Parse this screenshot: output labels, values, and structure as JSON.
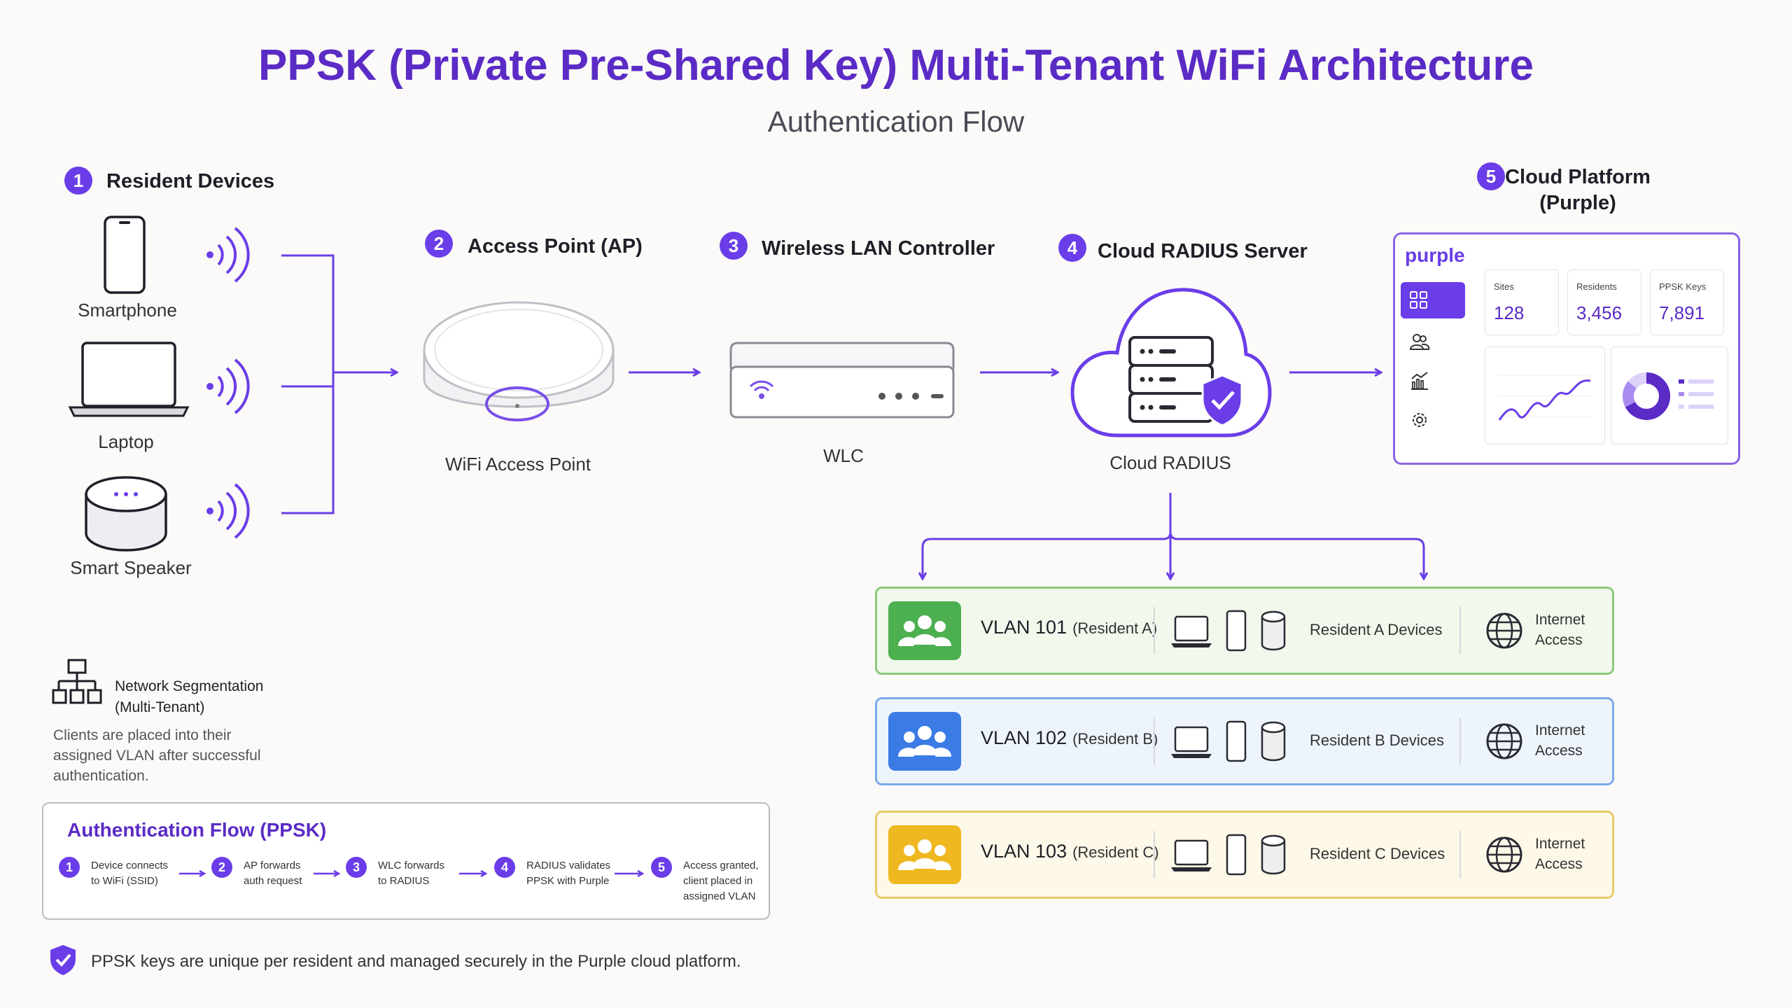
{
  "title": "PPSK (Private Pre-Shared Key) Multi-Tenant WiFi Architecture",
  "subtitle": "Authentication Flow",
  "sections": {
    "resident_devices": {
      "num": "1",
      "title": "Resident Devices",
      "devices": [
        "Smartphone",
        "Laptop",
        "Smart Speaker"
      ]
    },
    "access_point": {
      "num": "2",
      "title": "Access Point (AP)",
      "caption": "WiFi Access Point"
    },
    "wlc": {
      "num": "3",
      "title": "Wireless LAN Controller",
      "caption": "WLC"
    },
    "radius": {
      "num": "4",
      "title": "Cloud RADIUS Server",
      "caption": "Cloud RADIUS"
    },
    "cloud": {
      "num": "5",
      "title_line1": "Cloud Platform",
      "title_line2": "(Purple)"
    }
  },
  "dashboard": {
    "brand": "purple",
    "stats": [
      {
        "label": "Sites",
        "value": "128"
      },
      {
        "label": "Residents",
        "value": "3,456"
      },
      {
        "label": "PPSK Keys",
        "value": "7,891"
      }
    ],
    "nav_icons": [
      "grid-icon",
      "users-icon",
      "analytics-icon",
      "gear-icon"
    ]
  },
  "vlans": [
    {
      "name": "VLAN 101",
      "resident": "(Resident A)",
      "devices": "Resident A Devices",
      "internet_l1": "Internet",
      "internet_l2": "Access",
      "color": "#4caf50",
      "bg": "#f1f8ec",
      "border": "#8cc97a"
    },
    {
      "name": "VLAN 102",
      "resident": "(Resident B)",
      "devices": "Resident B Devices",
      "internet_l1": "Internet",
      "internet_l2": "Access",
      "color": "#3b7be6",
      "bg": "#edf4fc",
      "border": "#7faaea"
    },
    {
      "name": "VLAN 103",
      "resident": "(Resident C)",
      "devices": "Resident C Devices",
      "internet_l1": "Internet",
      "internet_l2": "Access",
      "color": "#f0b820",
      "bg": "#fdf8e8",
      "border": "#e8cc6a"
    }
  ],
  "segmentation": {
    "title_l1": "Network Segmentation",
    "title_l2": "(Multi-Tenant)",
    "desc_l1": "Clients are placed into their",
    "desc_l2": "assigned VLAN after successful",
    "desc_l3": "authentication."
  },
  "auth_flow": {
    "title": "Authentication Flow (PPSK)",
    "steps": [
      {
        "num": "1",
        "l1": "Device connects",
        "l2": "to WiFi (SSID)",
        "l3": ""
      },
      {
        "num": "2",
        "l1": "AP forwards",
        "l2": "auth request",
        "l3": ""
      },
      {
        "num": "3",
        "l1": "WLC forwards",
        "l2": "to RADIUS",
        "l3": ""
      },
      {
        "num": "4",
        "l1": "RADIUS validates",
        "l2": "PPSK with Purple",
        "l3": ""
      },
      {
        "num": "5",
        "l1": "Access granted,",
        "l2": "client placed in",
        "l3": "assigned VLAN"
      }
    ]
  },
  "footer": "PPSK keys are unique per resident and managed securely in the Purple cloud platform.",
  "colors": {
    "accent": "#6a3de8",
    "title": "#5b2bc6"
  }
}
